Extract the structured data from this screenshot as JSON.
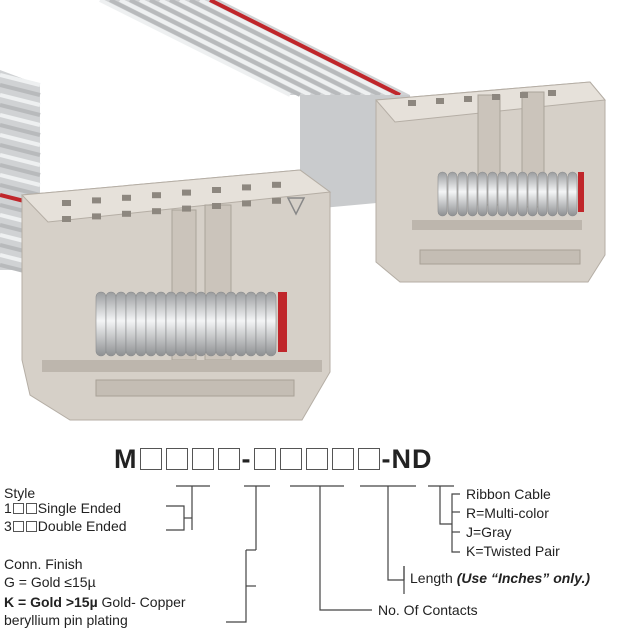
{
  "part_number": {
    "prefix": "M",
    "dash1": "-",
    "suffix": "-ND"
  },
  "style": {
    "title": "Style",
    "single_code": "1",
    "single_label": "Single Ended",
    "double_code": "3",
    "double_label": "Double Ended"
  },
  "finish": {
    "title": "Conn. Finish",
    "gold_std": "G = Gold ≤15µ",
    "gold_hi_code": "K = Gold >15µ",
    "gold_hi_rest": " Gold- Copper",
    "gold_hi_line2": "beryllium pin plating"
  },
  "ribbon": {
    "title": "Ribbon Cable",
    "r": "R=Multi-color",
    "j": "J=Gray",
    "k": "K=Twisted Pair"
  },
  "length": {
    "label": "Length ",
    "note": "(Use “Inches” only.)"
  },
  "contacts": {
    "label": "No. Of Contacts"
  },
  "colors": {
    "connector": "#d9d3cb",
    "cable": "#c8cacc",
    "red_stripe": "#c0262b"
  }
}
